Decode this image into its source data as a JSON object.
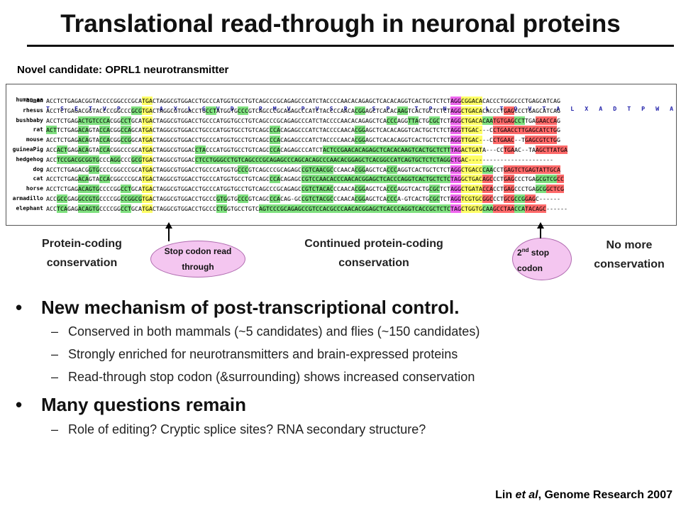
{
  "title": "Translational read-through in neuronal proteins",
  "subtitle": "Novel candidate: OPRL1 neurotransmitter",
  "alignment": {
    "aa_label": "human_aa",
    "aa_seq": "T   S   E   T   V   P   R   P   A   X   L   G   V   D   L   P   M   V   P   V   S   P   Q   S   P   S   T   P   N   T   E   L   T   Q   V   T   A   L   X   A   D   T   P   W   A   L   S   I   Q",
    "species": [
      {
        "name": "human",
        "seq": "ACCTCTGAGACGGTACCCCGGCCCGCATGACTAGGCGTGGACCTGCCCATGGTGCCTGTCAGCCCGCAGAGCCCATCTACCCCAACACAGAGCTCACACAGGTCACTGCTCTCTAGGCGGACACACCCTGGGCCCTGAGCATCAG"
      },
      {
        "name": "rhesus",
        "seq": "ACCTCTGAGACGGTACCCCGGCCCGCGTGACTAGGCGTGGACCTGCCTATGGTGCCCGTCAGCCCGCAGAGCCCATCTACCCCAACACGGAGCTCACACAAGTCACTGCTCTCTAGGCTGACACACCCTGAGCCCTGAGCATCAG"
      },
      {
        "name": "bushbaby",
        "seq": "ACCTCTGAGACTGTCCCACGGCCTGCATGACTAGGCGTGGACCTGCCCATGGTGCCTGTCAGCCCGCAGAGCCCATCTACCCCAACACAGAGCTCACCCAGGTTACTGCGCTCTAGGCTGACACAATGTGAGCCTTGAGAACCAG"
      },
      {
        "name": "rat",
        "seq": "ACTTCTGAGACAGTACCACGGCCAGCATGACTAGGCGTGGACCTGCCCATGGTGCCTGTCAGCCCACAGAGCCCATCTACCCCAACACGGAGCTCACACAGGTCACTGCTCTCTAGGTTGAC---CCTGAACCTTGAGCATCTGG"
      },
      {
        "name": "mouse",
        "seq": "ACCTCTGAGACAGTACCACGGCCGGCATGACTAGGCGTGGACCTGCCCATGGTGCCTGTCAGCCCACAGAGCCCATCTACCCCAACACGGAGCTCACACAGGTCACTGCTCTCTAGGTTGAC---CCTGAAC--TGAGCGTCTGG"
      },
      {
        "name": "guineaPig",
        "seq": "ACCACTGAGACAGTACCACGGCCCGCATGACTAGGCGTGGACCTACCCATGGTGCCTGTCAGCCCACAGAGCCCATCTACTCCGAACACAGAGCTCACACAAGTCACTGCTCTTTAGACTGATA---CCTGAAC--TAAGCTTATGA"
      },
      {
        "name": "hedgehog",
        "seq": "ACCTCCGACGCGGTGCCCAGGCCCGCGTGACTAGGCGTGGACCTCCTGGGCCTGTCAGCCCGCAGAGCCCAGCACAGCCCAACACGGAGCTCACGGCCATCAGTGCTCTCTAGGCTGAC------------------------"
      },
      {
        "name": "dog",
        "seq": "ACCTCTGAGACGGTGCCCCGGCCCGCATGACTAGGCGTGGACCTGCCCATGGTGCCCGTCAGCCCGCAGAGCCGTCAACGCCCAACACGGAGCTCACCCAGGTCACTGCTCTCTAGGCTGACCCAACCTGAGTCTGAGTATTGCA"
      },
      {
        "name": "cat",
        "seq": "ACCTCTGAGACAGTACCACGGCCCGCATGACTAGGCGTGGACCTGCCCATGGTGCCTGTCAGCCCACAGAGCCGTCCAACACCCAACACGGAGCTCACCCAGGTCACTGCTCTCTAGGCTGACAGCCCTGAGCCCTGAGCGTCGCC"
      },
      {
        "name": "horse",
        "seq": "ACCTCTGAGACAGTGCCCCGGCCTGCATGACTAGGCGTGGACCTGCCCATGGTGCCTGTCAGCCCGCAGAGCCGTCTACACCCAACACGGAGCTCACCCAGGTCACTGCGCTCTAGGCTGATACCACCTGAGCCCTGAGCGGCTCG"
      },
      {
        "name": "armadillo",
        "seq": "ACCGCCGAGGCCGTGCCCCGGCCGGCGTGACTAGGCGTGGACCTGCCCGTGGTGCCCGTCAGCCCACAG-GCCGTCTACGCCCAACACGGAGCTCACCCA-GTCACTGCGCTCTAGGTCGTGCGGCCCTGCGCCGGAGC------"
      },
      {
        "name": "elephant",
        "seq": "ACCTCAGAGACAGTGCCCCGGCCTGCATGACTAGGCGTGGACCTGCCCCTGGTGCCTGTCAGTCCCGCAGAGCCGTCCACGCCCAACACGGAGCTCACCCAGGTCACCGCTCTCTAGCTGGTGCAAGCCTAACCATACAGC------"
      }
    ],
    "stars": "****** *  ****      *                     *          *          *  ** **  *   *  **     *                  *"
  },
  "annotations": {
    "protein_coding": "Protein-coding conservation",
    "stop_codon": "Stop codon read through",
    "continued": "Continued protein-coding conservation",
    "second_stop_pre": "2",
    "second_stop_sup": "nd",
    "second_stop_post": " stop codon",
    "no_more": "No more conservation"
  },
  "bullets": [
    {
      "text": "New mechanism of post-transcriptional control.",
      "subs": [
        "Conserved in both mammals (~5 candidates) and flies (~150 candidates)",
        "Strongly enriched for neurotransmitters and brain-expressed proteins",
        "Read-through stop codon (&surrounding) shows increased conservation"
      ]
    },
    {
      "text": "Many questions remain",
      "subs": [
        "Role of editing?  Cryptic splice sites?  RNA secondary structure?"
      ]
    }
  ],
  "citation": {
    "pre": "Lin ",
    "italic": "et al",
    "post": ", Genome Research 2007"
  },
  "colors": {
    "stop_codon_highlight": "#ffff66",
    "conserved_green": "#7fe07f",
    "mismatch_red": "#ff6a6a",
    "oval_fill": "#f4c6f0"
  }
}
